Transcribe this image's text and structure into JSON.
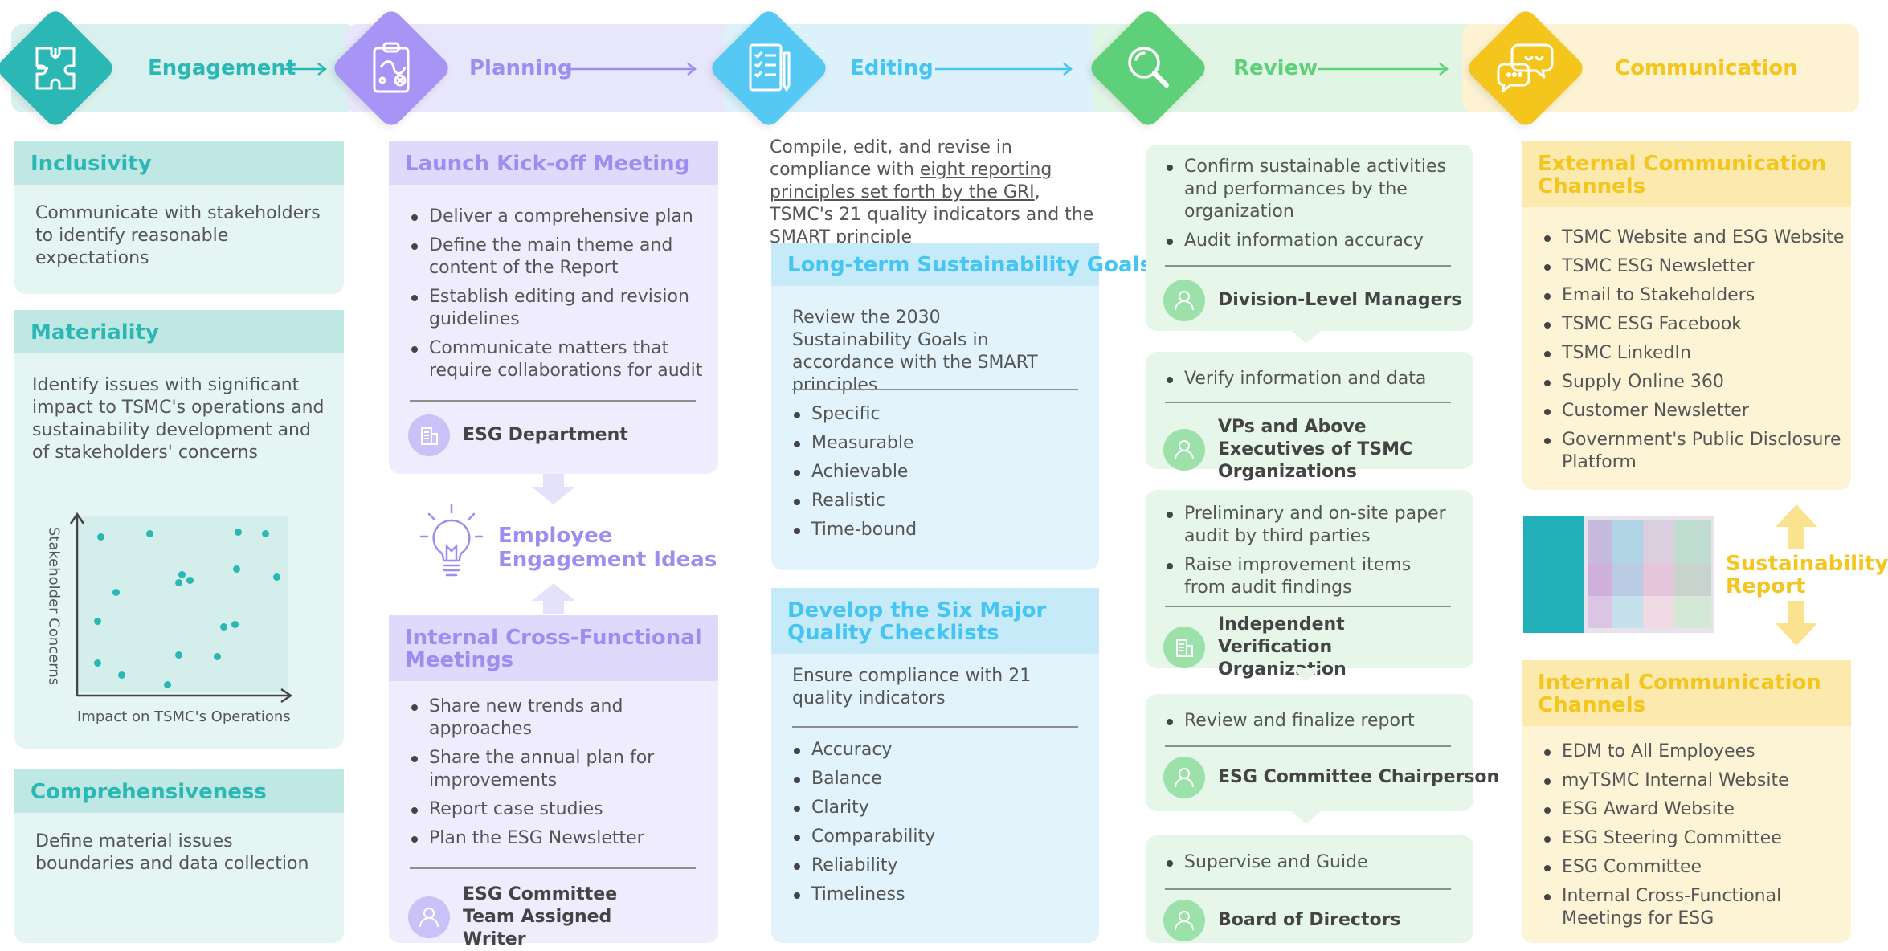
{
  "colors": {
    "engagement": "#2bb7b3",
    "planning": "#9b8ef0",
    "editing": "#45c5f2",
    "review": "#5fd07a",
    "communication": "#f4c51c"
  },
  "stages": [
    {
      "label": "Engagement",
      "icon": "puzzle-icon"
    },
    {
      "label": "Planning",
      "icon": "clipboard-icon"
    },
    {
      "label": "Editing",
      "icon": "document-pen-icon"
    },
    {
      "label": "Review",
      "icon": "magnifier-icon"
    },
    {
      "label": "Communication",
      "icon": "chat-bubbles-icon"
    }
  ],
  "engagement": {
    "inclusivity": {
      "title": "Inclusivity",
      "text": "Communicate with stakeholders to identify reasonable expectations"
    },
    "materiality": {
      "title": "Materiality",
      "text": "Identify issues with significant impact to TSMC's operations and sustainability development and of stakeholders' concerns",
      "chart": {
        "ylabel": "Stakeholder Concerns",
        "xlabel": "Impact on TSMC's Operations"
      }
    },
    "comprehensiveness": {
      "title": "Comprehensiveness",
      "text": "Define material issues boundaries and data collection"
    }
  },
  "planning": {
    "kickoff": {
      "title": "Launch Kick-off Meeting",
      "items": [
        "Deliver a comprehensive plan",
        "Define the main theme and content of the Report",
        "Establish editing and revision guidelines",
        "Communicate matters that require collaborations for audit"
      ],
      "owner": "ESG Department"
    },
    "ideas": {
      "line1": "Employee",
      "line2": "Engagement Ideas"
    },
    "internal": {
      "title": "Internal Cross-Functional Meetings",
      "items": [
        "Share new trends and approaches",
        "Share the annual plan for improvements",
        "Report case studies",
        "Plan the ESG Newsletter"
      ],
      "owner": "ESG Committee Team Assigned Writer"
    }
  },
  "editing": {
    "intro_pre": "Compile, edit, and revise in compliance with ",
    "intro_link": "eight reporting principles set forth by the GRI",
    "intro_post": ", TSMC's 21 quality indicators and the SMART principle",
    "goals": {
      "title": "Long-term Sustainability Goals",
      "text": "Review the 2030 Sustainability Goals in accordance with the SMART principles",
      "items": [
        "Specific",
        "Measurable",
        "Achievable",
        "Realistic",
        "Time-bound"
      ]
    },
    "checklists": {
      "title": "Develop the Six Major Quality Checklists",
      "text": "Ensure compliance with 21 quality indicators",
      "items": [
        "Accuracy",
        "Balance",
        "Clarity",
        "Comparability",
        "Reliability",
        "Timeliness"
      ]
    }
  },
  "review": [
    {
      "items": [
        "Confirm sustainable activities and performances by the organization",
        "Audit information accuracy"
      ],
      "owner": "Division-Level Managers",
      "owner_icon": "person-icon"
    },
    {
      "items": [
        "Verify information and data"
      ],
      "owner": "VPs and Above Executives of TSMC Organizations",
      "owner_icon": "person-icon"
    },
    {
      "items": [
        "Preliminary and on-site paper audit by third parties",
        "Raise improvement items from audit findings"
      ],
      "owner": "Independent Verification Organization",
      "owner_icon": "building-icon"
    },
    {
      "items": [
        "Review and finalize report"
      ],
      "owner": "ESG Committee Chairperson",
      "owner_icon": "person-icon"
    },
    {
      "items": [
        "Supervise and Guide"
      ],
      "owner": "Board of Directors",
      "owner_icon": "person-icon"
    }
  ],
  "communication": {
    "external": {
      "title": "External Communication Channels",
      "items": [
        "TSMC Website and ESG Website",
        "TSMC ESG Newsletter",
        "Email to Stakeholders",
        "TSMC ESG Facebook",
        "TSMC LinkedIn",
        "Supply Online 360",
        "Customer Newsletter",
        "Government's Public Disclosure Platform"
      ]
    },
    "report": {
      "line1": "Sustainability",
      "line2": "Report"
    },
    "internal": {
      "title": "Internal Communication Channels",
      "items": [
        "EDM to All Employees",
        "myTSMC Internal Website",
        "ESG Award Website",
        "ESG Steering Committee",
        "ESG Committee",
        "Internal Cross-Functional Meetings for ESG"
      ]
    }
  }
}
